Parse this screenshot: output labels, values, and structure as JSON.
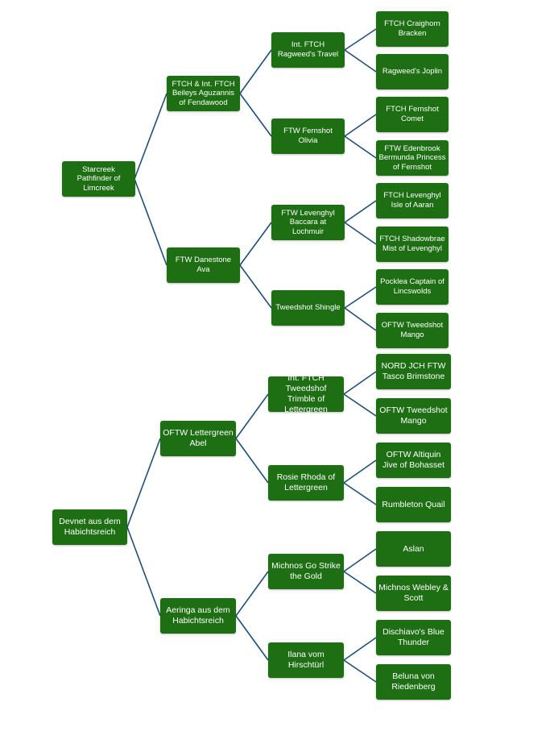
{
  "tree1": {
    "root": "Starcreek Pathfinder of Limcreek",
    "sire": "FTCH & Int. FTCH Beileys Aguzannis of Fendawood",
    "dam": "FTW Danestone Ava",
    "sire_sire": "Int. FTCH Ragweed's Travel",
    "sire_dam": "FTW Fernshot Olivia",
    "dam_sire": "FTW Levenghyl Baccara at Lochmuir",
    "dam_dam": "Tweedshot Shingle",
    "ggp": [
      "FTCH Craighorn Bracken",
      "Ragweed's Joplin",
      "FTCH Fernshot Comet",
      "FTW Edenbrook Bermunda Princess of Fernshot",
      "FTCH Levenghyl Isle of Aaran",
      "FTCH Shadowbrae Mist of Levenghyl",
      "Pocklea Captain of Lincswolds",
      "OFTW Tweedshot Mango"
    ]
  },
  "tree2": {
    "root": "Devnet aus dem Habichtsreich",
    "sire": "OFTW Lettergreen Abel",
    "dam": "Aeringa aus dem Habichtsreich",
    "sire_sire": "Int. FTCH Tweedshof Trimble of Lettergreen",
    "sire_dam": "Rosie Rhoda of Lettergreen",
    "dam_sire": "Michnos Go Strike the Gold",
    "dam_dam": "Ilana vom Hirschtürl",
    "ggp": [
      "NORD JCH FTW Tasco Brimstone",
      "OFTW Tweedshot Mango",
      "OFTW Altiquin Jive of Bohasset",
      "Rumbleton Quail",
      "Aslan",
      "Michnos Webley & Scott",
      "Dischiavo's Blue Thunder",
      "Beluna von Riedenberg"
    ]
  }
}
